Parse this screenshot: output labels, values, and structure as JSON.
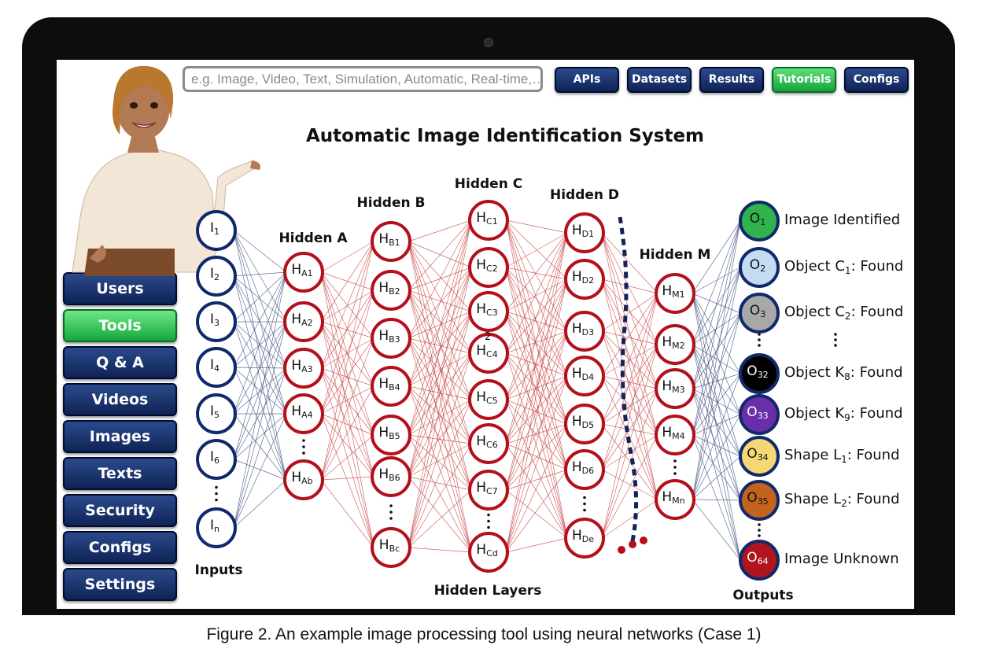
{
  "search": {
    "placeholder": "e.g. Image, Video, Text, Simulation, Automatic, Real-time,…"
  },
  "top_nav": [
    {
      "label": "APIs",
      "active": false
    },
    {
      "label": "Datasets",
      "active": false
    },
    {
      "label": "Results",
      "active": false
    },
    {
      "label": "Tutorials",
      "active": true
    },
    {
      "label": "Configs",
      "active": false
    }
  ],
  "side_nav": [
    {
      "label": "Users",
      "active": false
    },
    {
      "label": "Tools",
      "active": true
    },
    {
      "label": "Q & A",
      "active": false
    },
    {
      "label": "Videos",
      "active": false
    },
    {
      "label": "Images",
      "active": false
    },
    {
      "label": "Texts",
      "active": false
    },
    {
      "label": "Security",
      "active": false
    },
    {
      "label": "Configs",
      "active": false
    },
    {
      "label": "Settings",
      "active": false
    }
  ],
  "diagram": {
    "title": "Automatic Image Identification System",
    "inputs_label": "Inputs",
    "hidden_layers_label": "Hidden Layers",
    "outputs_label": "Outputs",
    "stray_mark": "2",
    "layers": [
      {
        "label": "",
        "nodes": [
          {
            "main": "I",
            "sub": "1"
          },
          {
            "main": "I",
            "sub": "2"
          },
          {
            "main": "I",
            "sub": "3"
          },
          {
            "main": "I",
            "sub": "4"
          },
          {
            "main": "I",
            "sub": "5"
          },
          {
            "main": "I",
            "sub": "6"
          },
          {
            "main": "I",
            "sub": "n"
          }
        ]
      },
      {
        "label": "Hidden A",
        "nodes": [
          {
            "main": "H",
            "sub": "A1"
          },
          {
            "main": "H",
            "sub": "A2"
          },
          {
            "main": "H",
            "sub": "A3"
          },
          {
            "main": "H",
            "sub": "A4"
          },
          {
            "main": "H",
            "sub": "Ab"
          }
        ]
      },
      {
        "label": "Hidden B",
        "nodes": [
          {
            "main": "H",
            "sub": "B1"
          },
          {
            "main": "H",
            "sub": "B2"
          },
          {
            "main": "H",
            "sub": "B3"
          },
          {
            "main": "H",
            "sub": "B4"
          },
          {
            "main": "H",
            "sub": "B5"
          },
          {
            "main": "H",
            "sub": "B6"
          },
          {
            "main": "H",
            "sub": "Bc"
          }
        ]
      },
      {
        "label": "Hidden C",
        "nodes": [
          {
            "main": "H",
            "sub": "C1"
          },
          {
            "main": "H",
            "sub": "C2"
          },
          {
            "main": "H",
            "sub": "C3"
          },
          {
            "main": "H",
            "sub": "C4"
          },
          {
            "main": "H",
            "sub": "C5"
          },
          {
            "main": "H",
            "sub": "C6"
          },
          {
            "main": "H",
            "sub": "C7"
          },
          {
            "main": "H",
            "sub": "Cd"
          }
        ]
      },
      {
        "label": "Hidden D",
        "nodes": [
          {
            "main": "H",
            "sub": "D1"
          },
          {
            "main": "H",
            "sub": "D2"
          },
          {
            "main": "H",
            "sub": "D3"
          },
          {
            "main": "H",
            "sub": "D4"
          },
          {
            "main": "H",
            "sub": "D5"
          },
          {
            "main": "H",
            "sub": "D6"
          },
          {
            "main": "H",
            "sub": "De"
          }
        ]
      },
      {
        "label": "Hidden M",
        "nodes": [
          {
            "main": "H",
            "sub": "M1"
          },
          {
            "main": "H",
            "sub": "M2"
          },
          {
            "main": "H",
            "sub": "M3"
          },
          {
            "main": "H",
            "sub": "M4"
          },
          {
            "main": "H",
            "sub": "Mn"
          }
        ]
      }
    ],
    "outputs": [
      {
        "main": "O",
        "sub": "1",
        "fill": "#2fb34a",
        "label": "Image Identified",
        "label_sub": "",
        "label_after": ""
      },
      {
        "main": "O",
        "sub": "2",
        "fill": "#c5dbf2",
        "label": "Object C",
        "label_sub": "1",
        "label_after": ": Found"
      },
      {
        "main": "O",
        "sub": "3",
        "fill": "#a8a8a8",
        "label": "Object C",
        "label_sub": "2",
        "label_after": ": Found"
      },
      {
        "main": "O",
        "sub": "32",
        "fill": "#000000",
        "label": "Object K",
        "label_sub": "8",
        "label_after": ": Found"
      },
      {
        "main": "O",
        "sub": "33",
        "fill": "#6a2fa8",
        "label": "Object K",
        "label_sub": "9",
        "label_after": ": Found"
      },
      {
        "main": "O",
        "sub": "34",
        "fill": "#f5d873",
        "label": "Shape L",
        "label_sub": "1",
        "label_after": ": Found"
      },
      {
        "main": "O",
        "sub": "35",
        "fill": "#c4631c",
        "label": "Shape L",
        "label_sub": "2",
        "label_after": ": Found"
      },
      {
        "main": "O",
        "sub": "64",
        "fill": "#b0141c",
        "label": "Image Unknown",
        "label_sub": "",
        "label_after": ""
      }
    ],
    "colors": {
      "input_node": "#11296b",
      "hidden_node": "#b3101c",
      "output_ring": "#11296b",
      "input_edges": "#33447a",
      "hidden_edges": "#c33a3a",
      "output_edges": "#33447a",
      "divider": "#13225a"
    }
  },
  "caption": "Figure 2. An example image processing tool using neural networks (Case 1)"
}
